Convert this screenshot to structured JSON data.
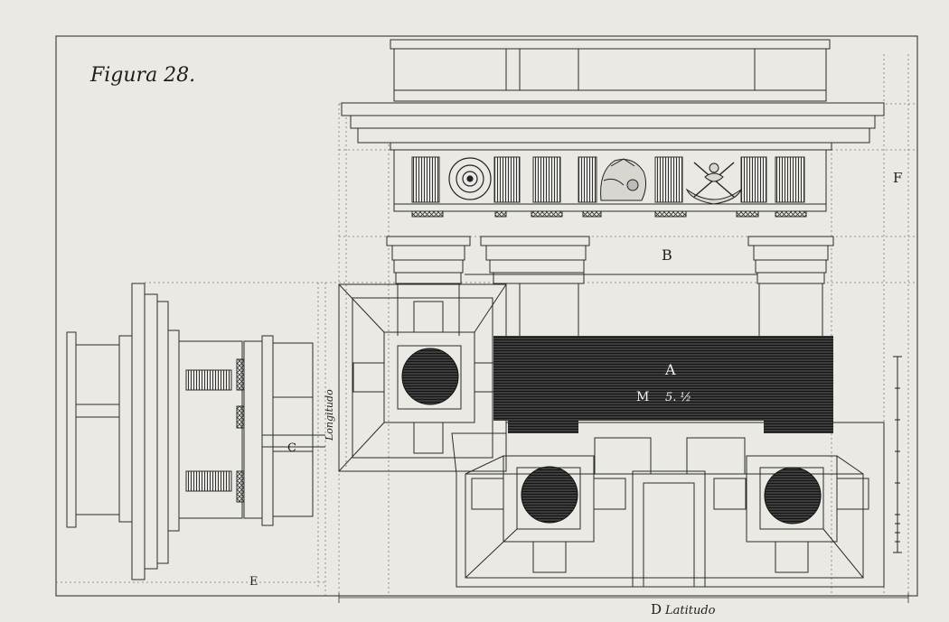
{
  "figure": {
    "title": "Figura 28.",
    "labels": {
      "a": "A",
      "b": "B",
      "c": "C",
      "d": "D",
      "e": "E",
      "f": "F",
      "m": "M",
      "m_value": "5. ½",
      "longitudo": "Longitudo",
      "latitudo": "Latitudo"
    }
  }
}
